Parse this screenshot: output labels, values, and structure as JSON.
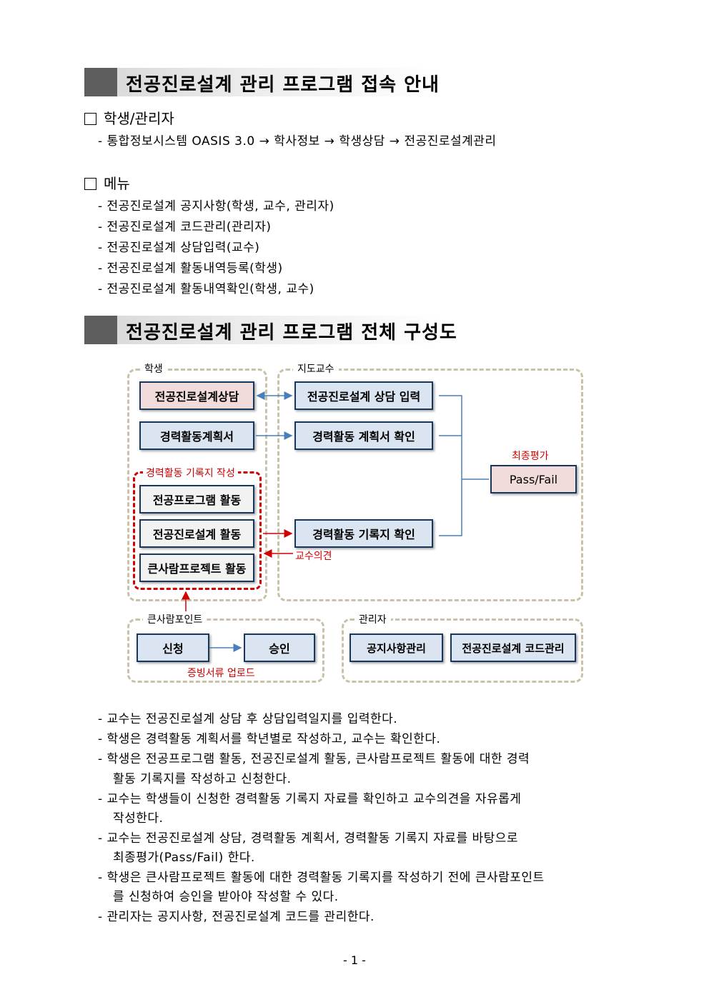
{
  "sections": [
    {
      "title": "전공진로설계 관리 프로그램 접속 안내"
    },
    {
      "title": "전공진로설계 관리 프로그램 전체 구성도"
    }
  ],
  "access": {
    "heading": "학생/관리자",
    "path": "- 통합정보시스템 OASIS 3.0 → 학사정보 → 학생상담 → 전공진로설계관리"
  },
  "menu": {
    "heading": "메뉴",
    "items": [
      "- 전공진로설계 공지사항(학생, 교수, 관리자)",
      "- 전공진로설계 코드관리(관리자)",
      "- 전공진로설계 상담입력(교수)",
      "- 전공진로설계 활동내역등록(학생)",
      "- 전공진로설계 활동내역확인(학생, 교수)"
    ]
  },
  "diagram": {
    "groups": {
      "student": "학생",
      "advisor": "지도교수",
      "point": "큰사람포인트",
      "admin": "관리자",
      "record": "경력활동 기록지 작성"
    },
    "nodes": {
      "consult": "전공진로설계상담",
      "plan": "경력활동계획서",
      "prog": "전공프로그램 활동",
      "career": "전공진로설계 활동",
      "bigman": "큰사람프로젝트 활동",
      "consult_input": "전공진로설계 상담 입력",
      "plan_check": "경력활동 계획서 확인",
      "record_check": "경력활동 기록지 확인",
      "passfail": "Pass/Fail",
      "apply": "신청",
      "approve": "승인",
      "notice": "공지사항관리",
      "code": "전공진로설계 코드관리"
    },
    "annotations": {
      "final": "최종평가",
      "opinion": "교수의견",
      "upload": "증빙서류 업로드"
    }
  },
  "description": [
    {
      "text": "- 교수는 전공진로설계 상담 후 상담입력일지를 입력한다."
    },
    {
      "text": "- 학생은 경력활동 계획서를 학년별로 작성하고, 교수는 확인한다."
    },
    {
      "text": "- 학생은 전공프로그램 활동, 전공진로설계 활동, 큰사람프로젝트 활동에 대한 경력",
      "cont": "활동 기록지를 작성하고 신청한다."
    },
    {
      "text": "- 교수는 학생들이 신청한 경력활동 기록지 자료를 확인하고 교수의견을 자유롭게",
      "cont": "작성한다."
    },
    {
      "text": "- 교수는 전공진로설계 상담, 경력활동 계획서, 경력활동 기록지 자료를 바탕으로",
      "cont": "최종평가(Pass/Fail) 한다."
    },
    {
      "text": "- 학생은 큰사람프로젝트 활동에 대한 경력활동 기록지를 작성하기 전에 큰사람포인트",
      "cont": "를 신청하여 승인을 받아야 작성할 수 있다."
    },
    {
      "text": "- 관리자는 공지사항, 전공진로설계 코드를 관리한다."
    }
  ],
  "page_number": "- 1 -"
}
